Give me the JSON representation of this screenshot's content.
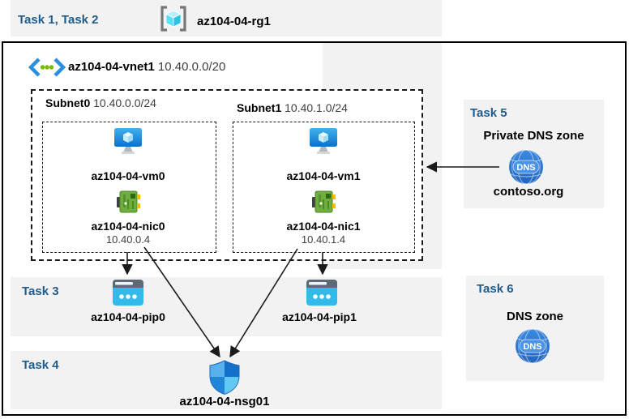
{
  "colors": {
    "task_label": "#1f5c8b",
    "band_bg": "#f2f2f2",
    "frame_border": "#000000",
    "arrow": "#1a1a1a",
    "dns_blue": "#2f7cd2",
    "vm_blue": "#1a82d2",
    "nic_green": "#6fae3e",
    "pip_cyan": "#33b9ea"
  },
  "header": {
    "tasks_label": "Task 1, Task 2",
    "resource_group": "az104-04-rg1"
  },
  "vnet": {
    "name": "az104-04-vnet1",
    "cidr": "10.40.0.0/20"
  },
  "subnets": [
    {
      "name": "Subnet0",
      "cidr": "10.40.0.0/24",
      "vm": "az104-04-vm0",
      "nic": "az104-04-nic0",
      "ip": "10.40.0.4"
    },
    {
      "name": "Subnet1",
      "cidr": "10.40.1.0/24",
      "vm": "az104-04-vm1",
      "nic": "az104-04-nic1",
      "ip": "10.40.1.4"
    }
  ],
  "task3": {
    "label": "Task 3",
    "pip0": "az104-04-pip0",
    "pip1": "az104-04-pip1"
  },
  "task4": {
    "label": "Task 4",
    "nsg": "az104-04-nsg01"
  },
  "task5": {
    "label": "Task 5",
    "title": "Private DNS zone",
    "zone": "contoso.org"
  },
  "task6": {
    "label": "Task 6",
    "title": "DNS zone"
  },
  "icons": {
    "dns_text": "DNS"
  }
}
